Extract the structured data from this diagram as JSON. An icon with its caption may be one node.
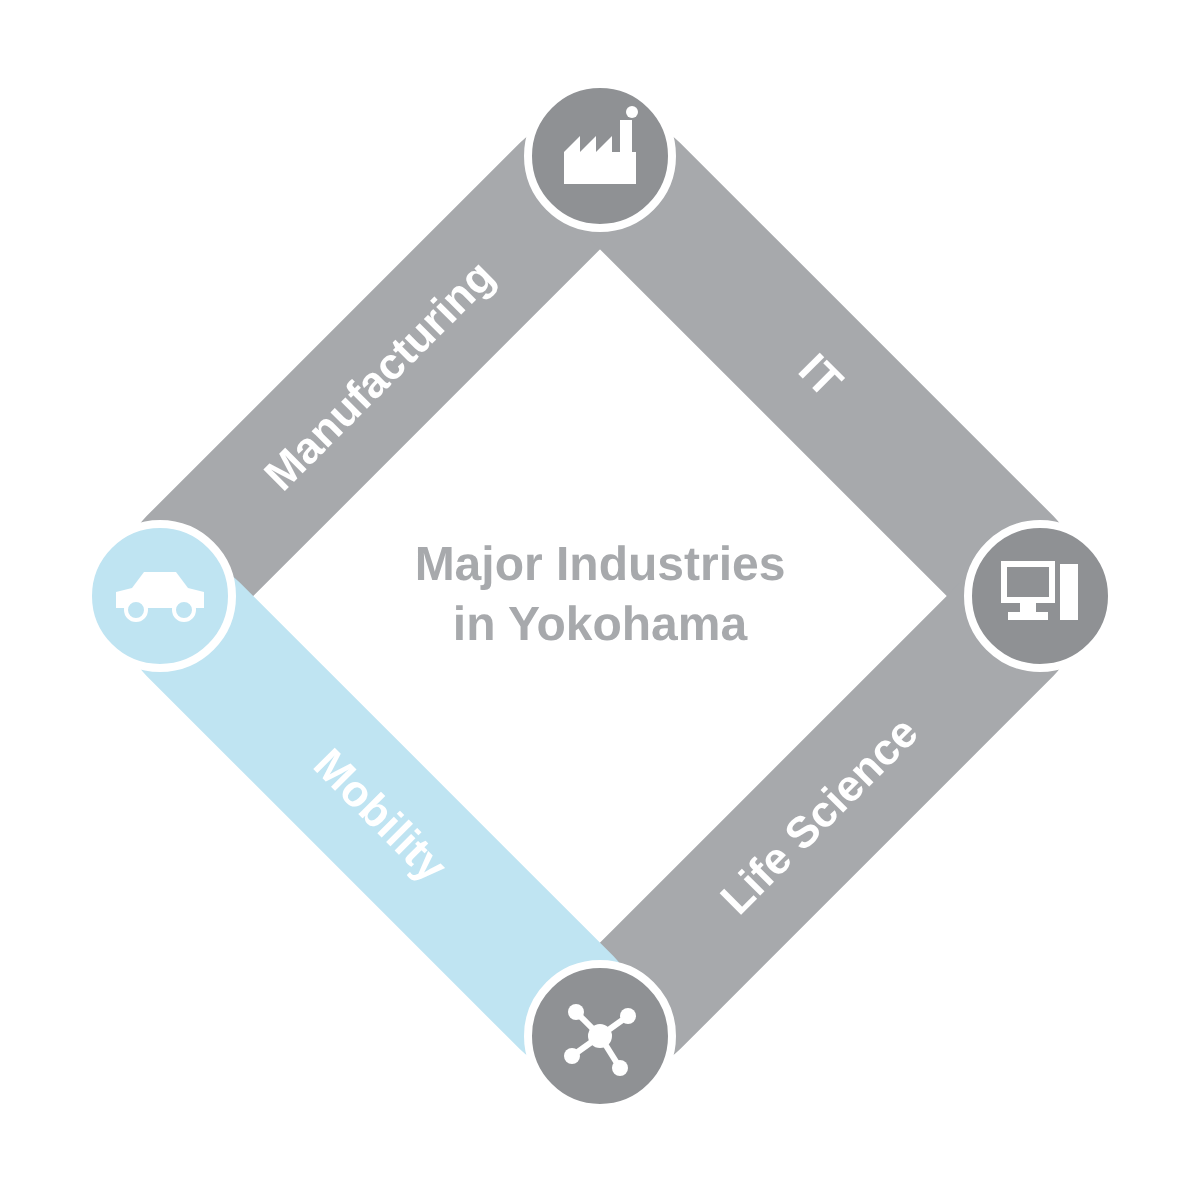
{
  "diagram": {
    "title": "Major Industries in Yokohama",
    "nodes": [
      {
        "text": [
          "Manufacturing"
        ]
      },
      {
        "text": [
          "IT"
        ]
      },
      {
        "text": [
          "Life Science"
        ]
      },
      {
        "text": [
          "Mobility"
        ]
      }
    ]
  }
}
